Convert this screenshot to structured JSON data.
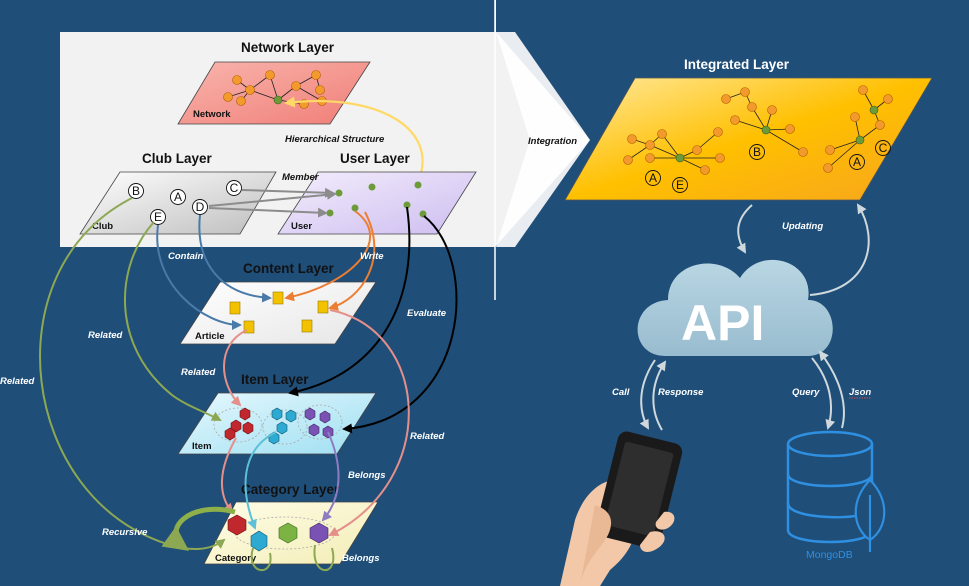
{
  "layers": {
    "network": {
      "title": "Network Layer",
      "plane_label": "Network"
    },
    "club": {
      "title": "Club Layer",
      "plane_label": "Club"
    },
    "user": {
      "title": "User Layer",
      "plane_label": "User"
    },
    "content": {
      "title": "Content Layer",
      "plane_label": "Article"
    },
    "item": {
      "title": "Item Layer",
      "plane_label": "Item"
    },
    "category": {
      "title": "Category Layer",
      "plane_label": "Category"
    },
    "integrated": {
      "title": "Integrated Layer"
    }
  },
  "club_nodes": [
    "B",
    "A",
    "C",
    "D",
    "E"
  ],
  "integrated_nodes": [
    "A",
    "E",
    "B",
    "A",
    "C"
  ],
  "relations": {
    "hierarchical": "Hierarchical Structure",
    "member": "Member",
    "contain": "Contain",
    "write": "Write",
    "evaluate": "Evaluate",
    "related_1": "Related",
    "related_2": "Related",
    "related_3": "Related",
    "related_4": "Related",
    "belongs_1": "Belongs",
    "belongs_2": "Belongs",
    "recursive": "Recursive",
    "integration": "Integration",
    "updating": "Updating",
    "call": "Call",
    "response": "Response",
    "query": "Query",
    "json": "Json"
  },
  "api": {
    "label": "API"
  },
  "database": {
    "label": "MongoDB"
  },
  "colors": {
    "background": "#1f4e79",
    "network_plane": "#f59a95",
    "club_plane": "#d6d6d6",
    "user_plane": "#e2d6f5",
    "content_plane": "#f2f2f2",
    "item_plane": "#c9eef8",
    "category_plane": "#fbf7d2",
    "integrated_plane": "#fcc52e",
    "node_orange": "#f39a2c",
    "node_green": "#6e9b3a",
    "cloud": "#a7c8d8"
  }
}
